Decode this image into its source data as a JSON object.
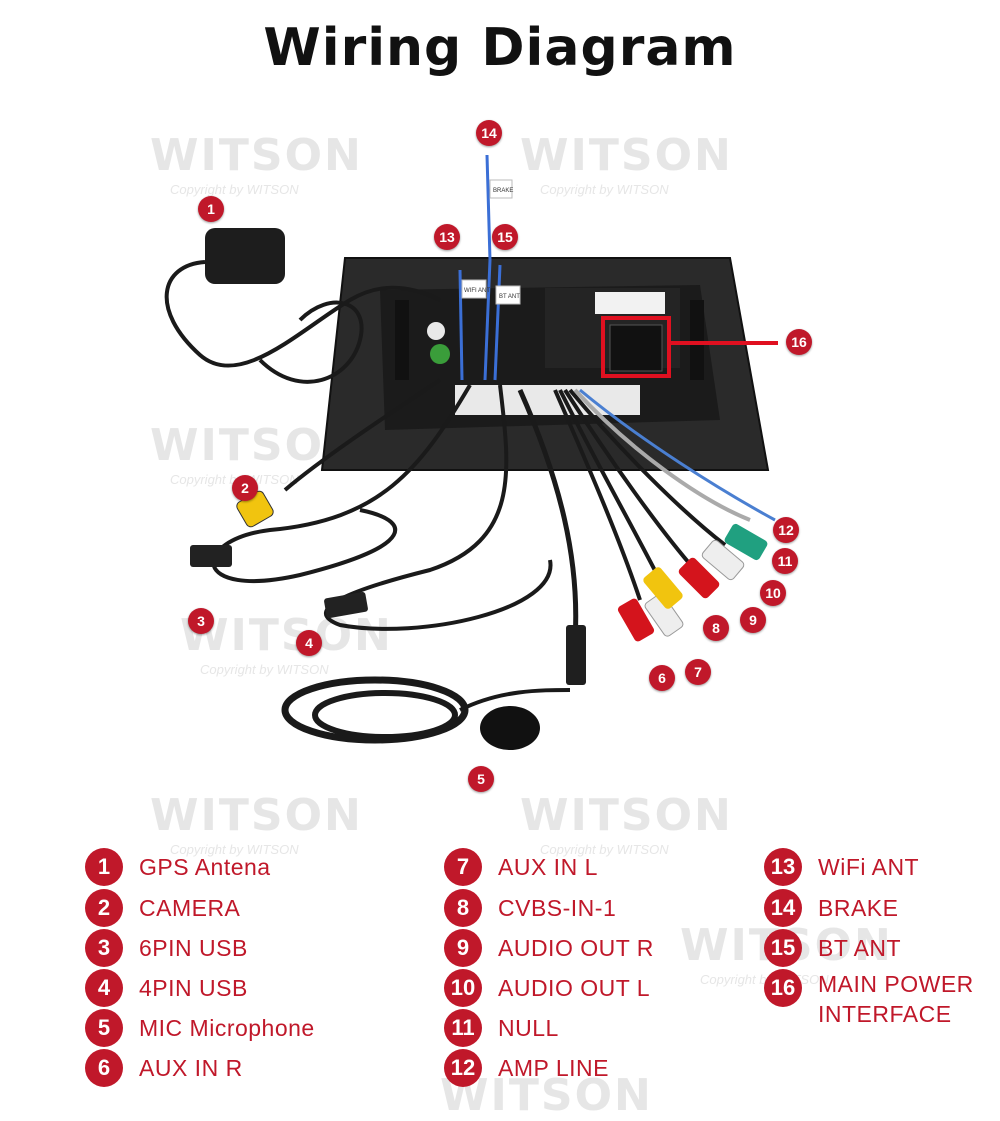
{
  "title": "Wiring Diagram",
  "watermark": {
    "brand": "WITSON",
    "copyright": "Copyright by WITSON"
  },
  "unit_labels": {
    "brake_tag": "BRAKE",
    "wifi_tag": "WIFI ANT",
    "bt_tag": "BT ANT"
  },
  "colors": {
    "badge": "#c0182a",
    "highlight_box": "#e01020",
    "legend_text": "#c0182a"
  },
  "legend": [
    {
      "num": "1",
      "label": "GPS Antena"
    },
    {
      "num": "2",
      "label": "CAMERA"
    },
    {
      "num": "3",
      "label": "6PIN USB"
    },
    {
      "num": "4",
      "label": "4PIN USB"
    },
    {
      "num": "5",
      "label": "MIC Microphone"
    },
    {
      "num": "6",
      "label": "AUX IN R"
    },
    {
      "num": "7",
      "label": "AUX IN L"
    },
    {
      "num": "8",
      "label": "CVBS-IN-1"
    },
    {
      "num": "9",
      "label": "AUDIO OUT R"
    },
    {
      "num": "10",
      "label": "AUDIO OUT L"
    },
    {
      "num": "11",
      "label": "NULL"
    },
    {
      "num": "12",
      "label": "AMP LINE"
    },
    {
      "num": "13",
      "label": "WiFi ANT"
    },
    {
      "num": "14",
      "label": "BRAKE"
    },
    {
      "num": "15",
      "label": "BT ANT"
    },
    {
      "num": "16",
      "label": "MAIN POWER INTERFACE"
    }
  ]
}
